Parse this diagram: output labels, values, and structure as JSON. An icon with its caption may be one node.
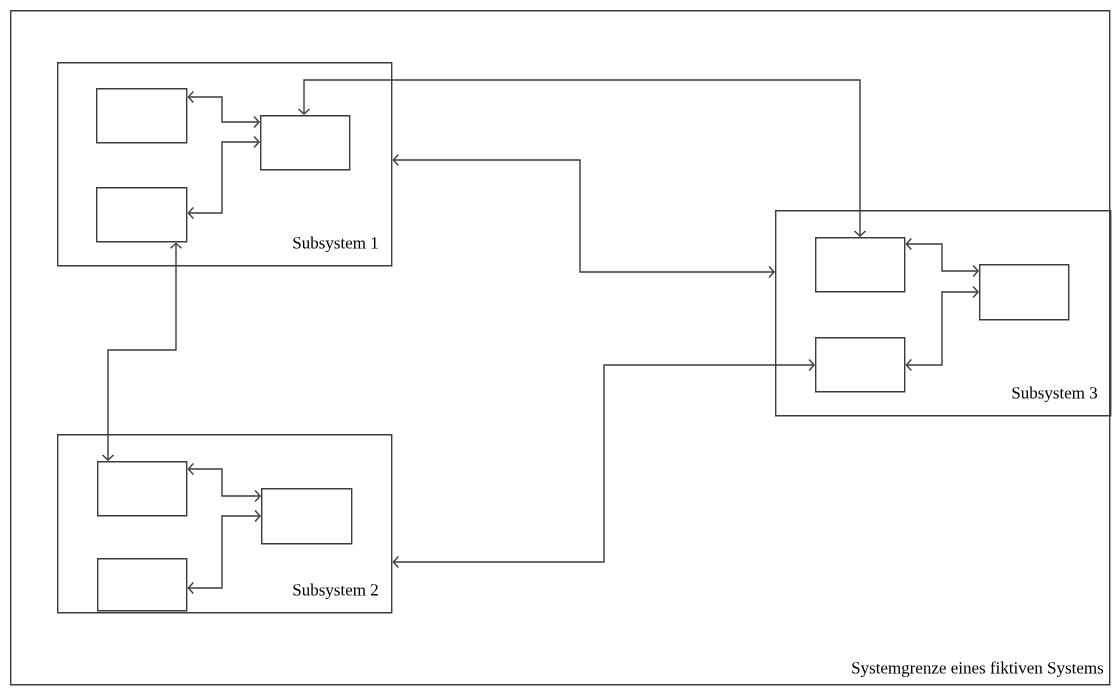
{
  "diagram": {
    "nodes": [
      {
        "text": [
          "Systemgrenze eines fiktiven Systems"
        ]
      },
      {
        "text": [
          "Subsystem 1"
        ],
        "in": 0
      },
      {
        "text": [],
        "shape": "box",
        "in": 1
      },
      {
        "text": [],
        "shape": "box",
        "in": 1
      },
      {
        "text": [],
        "shape": "box",
        "in": 1
      },
      {
        "text": [
          "Subsystem 2"
        ],
        "in": 0
      },
      {
        "text": [],
        "shape": "box",
        "in": 5
      },
      {
        "text": [],
        "shape": "box",
        "in": 5
      },
      {
        "text": [],
        "shape": "box",
        "in": 5
      },
      {
        "text": [
          "Subsystem 3"
        ],
        "in": 0
      },
      {
        "text": [],
        "shape": "box",
        "in": 9
      },
      {
        "text": [],
        "shape": "box",
        "in": 9
      },
      {
        "text": [],
        "shape": "box",
        "in": 9
      }
    ],
    "edges": [
      {
        "from": 2,
        "to": 4,
        "arrow": "both"
      },
      {
        "from": 3,
        "to": 4,
        "arrow": "both"
      },
      {
        "from": 6,
        "to": 8,
        "arrow": "both"
      },
      {
        "from": 7,
        "to": 8,
        "arrow": "both"
      },
      {
        "from": 10,
        "to": 12,
        "arrow": "both"
      },
      {
        "from": 11,
        "to": 12,
        "arrow": "both"
      },
      {
        "from": 4,
        "to": 10,
        "arrow": "both"
      },
      {
        "from": 1,
        "to": 9,
        "arrow": "both"
      },
      {
        "from": 3,
        "to": 6,
        "arrow": "both"
      },
      {
        "from": 5,
        "to": 11,
        "arrow": "both"
      }
    ]
  }
}
